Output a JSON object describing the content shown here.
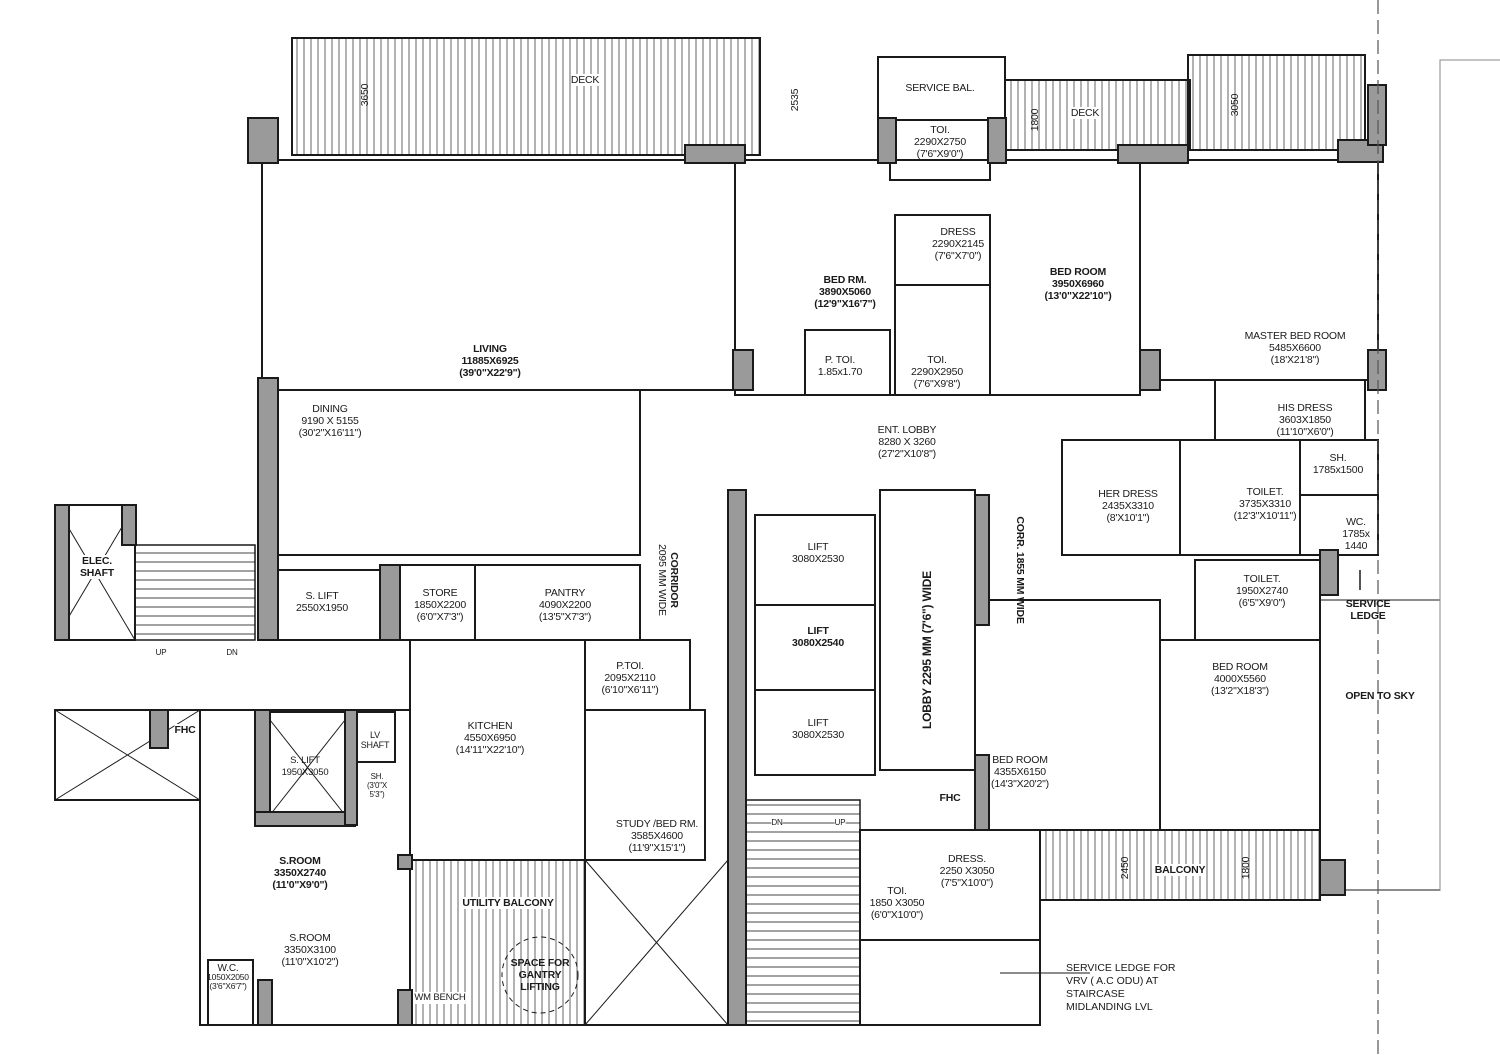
{
  "colors": {
    "wall": "#1a1a1a",
    "column": "#9a9a9a",
    "background": "#ffffff",
    "hatch": "#555555"
  },
  "dimensions": {
    "deck_left": "3650",
    "deck_mid": "2535",
    "deck_right_a": "1800",
    "deck_right_b": "3050",
    "balcony_a": "2450",
    "balcony_b": "1800"
  },
  "rooms": {
    "deck_left": {
      "name": "DECK"
    },
    "service_bal": {
      "name": "SERVICE BAL."
    },
    "deck_right": {
      "name": "DECK"
    },
    "toi_top": {
      "name": "TOI.",
      "dims": "2290X2750",
      "imperial": "(7'6\"X9'0\")"
    },
    "dress_top": {
      "name": "DRESS",
      "dims": "2290X2145",
      "imperial": "(7'6\"X7'0\")"
    },
    "bed_rm": {
      "name": "BED RM.",
      "dims": "3890X5060",
      "imperial": "(12'9\"X16'7\")"
    },
    "bed_room_top": {
      "name": "BED ROOM",
      "dims": "3950X6960",
      "imperial": "(13'0\"X22'10\")"
    },
    "p_toi_top": {
      "name": "P. TOI.",
      "dims": "1.85x1.70"
    },
    "toi_mid": {
      "name": "TOI.",
      "dims": "2290X2950",
      "imperial": "(7'6\"X9'8\")"
    },
    "master": {
      "name": "MASTER BED ROOM",
      "dims": "5485X6600",
      "imperial": "(18'X21'8\")"
    },
    "his_dress": {
      "name": "HIS DRESS",
      "dims": "3603X1850",
      "imperial": "(11'10\"X6'0\")"
    },
    "living": {
      "name": "LIVING",
      "dims": "11885X6925",
      "imperial": "(39'0\"X22'9\")"
    },
    "dining": {
      "name": "DINING",
      "dims": "9190 X 5155",
      "imperial": "(30'2\"X16'11\")"
    },
    "ent_lobby": {
      "name": "ENT. LOBBY",
      "dims": "8280 X 3260",
      "imperial": "(27'2\"X10'8\")"
    },
    "sh": {
      "name": "SH.",
      "dims": "1785x1500"
    },
    "her_dress": {
      "name": "HER DRESS",
      "dims": "2435X3310",
      "imperial": "(8'X10'1\")"
    },
    "toilet_master": {
      "name": "TOILET.",
      "dims": "3735X3310",
      "imperial": "(12'3\"X10'11\")"
    },
    "wc_master": {
      "name": "WC.",
      "dims": "1785x",
      "dims2": "1440"
    },
    "elec_shaft": {
      "name": "ELEC.",
      "name2": "SHAFT"
    },
    "lift1": {
      "name": "LIFT",
      "dims": "3080X2530"
    },
    "lift2": {
      "name": "LIFT",
      "dims": "3080X2540"
    },
    "lift3": {
      "name": "LIFT",
      "dims": "3080X2530"
    },
    "s_lift_top": {
      "name": "S. LIFT",
      "dims": "2550X1950"
    },
    "store": {
      "name": "STORE",
      "dims": "1850X2200",
      "imperial": "(6'0\"X7'3\")"
    },
    "pantry": {
      "name": "PANTRY",
      "dims": "4090X2200",
      "imperial": "(13'5\"X7'3\")"
    },
    "corridor": {
      "name": "CORRIDOR",
      "width": "2095 MM WIDE"
    },
    "corr": {
      "name": "CORR. 1855 MM WIDE"
    },
    "lobby": {
      "name": "LOBBY 2295 MM (7'6\") WIDE"
    },
    "toilet_bed": {
      "name": "TOILET.",
      "dims": "1950X2740",
      "imperial": "(6'5\"X9'0\")"
    },
    "service_ledge": {
      "name": "SERVICE",
      "name2": "LEDGE"
    },
    "p_toi": {
      "name": "P.TOI.",
      "dims": "2095X2110",
      "imperial": "(6'10\"X6'11\")"
    },
    "bed_room_right": {
      "name": "BED ROOM",
      "dims": "4000X5560",
      "imperial": "(13'2\"X18'3\")"
    },
    "open_to_sky": {
      "name": "OPEN TO SKY"
    },
    "fhc_left": {
      "name": "FHC"
    },
    "lv_shaft": {
      "name": "LV",
      "name2": "SHAFT"
    },
    "s_lift_bottom": {
      "name": "S. LIFT",
      "dims": "1950X3050"
    },
    "sh_small": {
      "name": "SH.",
      "imperial": "(3'0\"X",
      "imperial2": "5'3\")"
    },
    "kitchen": {
      "name": "KITCHEN",
      "dims": "4550X6950",
      "imperial": "(14'11\"X22'10\")"
    },
    "bed_room_mid": {
      "name": "BED ROOM",
      "dims": "4355X6150",
      "imperial": "(14'3\"X20'2\")"
    },
    "fhc_right": {
      "name": "FHC"
    },
    "study": {
      "name": "STUDY /BED RM.",
      "dims": "3585X4600",
      "imperial": "(11'9\"X15'1\")"
    },
    "s_room1": {
      "name": "S.ROOM",
      "dims": "3350X2740",
      "imperial": "(11'0\"X9'0\")"
    },
    "dress_bottom": {
      "name": "DRESS.",
      "dims": "2250 X3050",
      "imperial": "(7'5\"X10'0\")"
    },
    "balcony": {
      "name": "BALCONY"
    },
    "utility_balcony": {
      "name": "UTILITY BALCONY"
    },
    "toi_bottom": {
      "name": "TOI.",
      "dims": "1850 X3050",
      "imperial": "(6'0\"X10'0\")"
    },
    "s_room2": {
      "name": "S.ROOM",
      "dims": "3350X3100",
      "imperial": "(11'0\"X10'2\")"
    },
    "gantry": {
      "line1": "SPACE FOR",
      "line2": "GANTRY",
      "line3": "LIFTING"
    },
    "wc_servant": {
      "name": "W.C.",
      "dims": "1050X2050",
      "imperial": "(3'6\"X6'7\")"
    },
    "wm_bench": {
      "name": "WM BENCH"
    }
  },
  "stairs": {
    "left_up": "UP",
    "left_dn": "DN",
    "core_dn": "DN",
    "core_up": "UP"
  },
  "annotation": {
    "line1": "SERVICE LEDGE FOR",
    "line2": "VRV ( A.C ODU)  AT",
    "line3": "STAIRCASE",
    "line4": "MIDLANDING LVL"
  }
}
